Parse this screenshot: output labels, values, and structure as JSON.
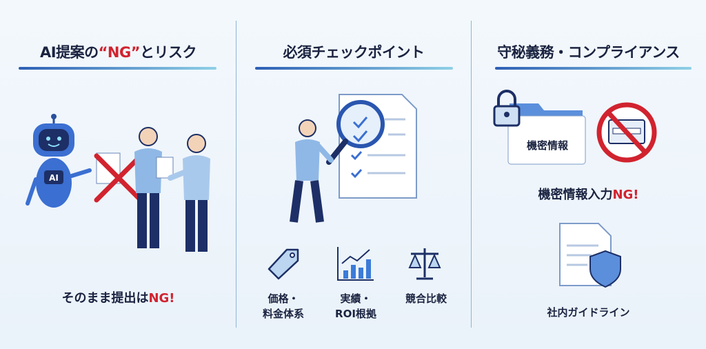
{
  "columns": [
    {
      "title_pre": "AI提案の",
      "title_ng": "“NG”",
      "title_post": "とリスク",
      "robot_label": "AI",
      "caption_pre": "そのまま提出は",
      "caption_ng": "NG!"
    },
    {
      "title": "必須チェックポイント",
      "items": [
        {
          "line1": "価格・",
          "line2": "料金体系",
          "icon": "price-tag-icon"
        },
        {
          "line1": "実績・",
          "line2": "ROI根拠",
          "icon": "bar-chart-icon"
        },
        {
          "line1": "競合比較",
          "line2": "",
          "icon": "scale-icon"
        }
      ]
    },
    {
      "title": "守秘義務・コンプライアンス",
      "folder_label": "機密情報",
      "caption_pre": "機密情報入力",
      "caption_ng": "NG!",
      "guideline": "社内ガイドライン"
    }
  ],
  "colors": {
    "accent": "#2d5fb5",
    "ng": "#d1232f",
    "text": "#1a2340"
  }
}
